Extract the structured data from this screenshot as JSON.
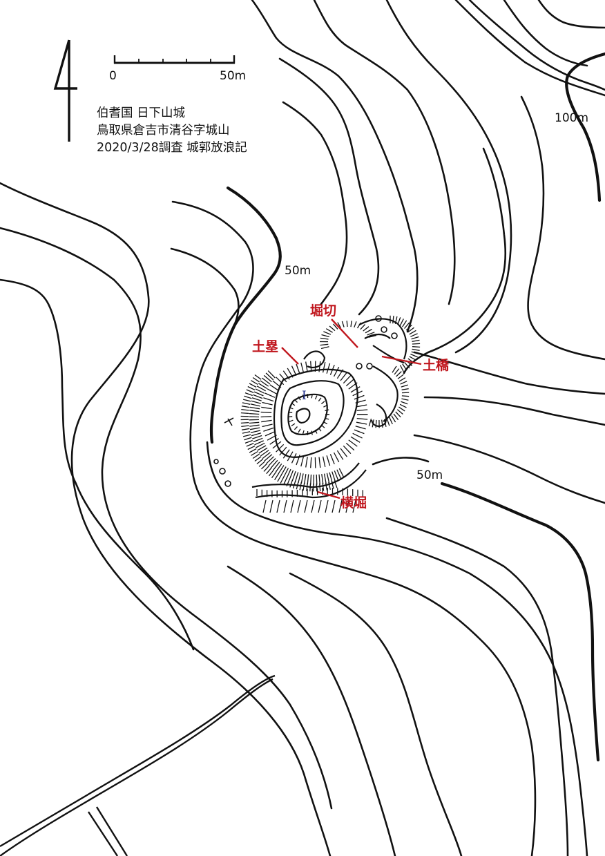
{
  "title": {
    "name": "伯耆国 日下山城",
    "location": "鳥取県倉吉市清谷字城山",
    "survey": "2020/3/28調査 城郭放浪記"
  },
  "scale_bar": {
    "start": "0",
    "end": "50m"
  },
  "elevations": {
    "upper_right": "100m",
    "west": "50m",
    "east": "50m"
  },
  "features": {
    "horikiri": "堀切",
    "dorui": "土塁",
    "dobashi": "土橋",
    "yokobori": "横堀",
    "kuruwa_1": "I"
  },
  "colors": {
    "annotation": "#c0161d",
    "kuruwa_label": "#1a2a8a",
    "lines": "#111111"
  },
  "icons": {
    "north_arrow": "north-arrow-icon"
  }
}
